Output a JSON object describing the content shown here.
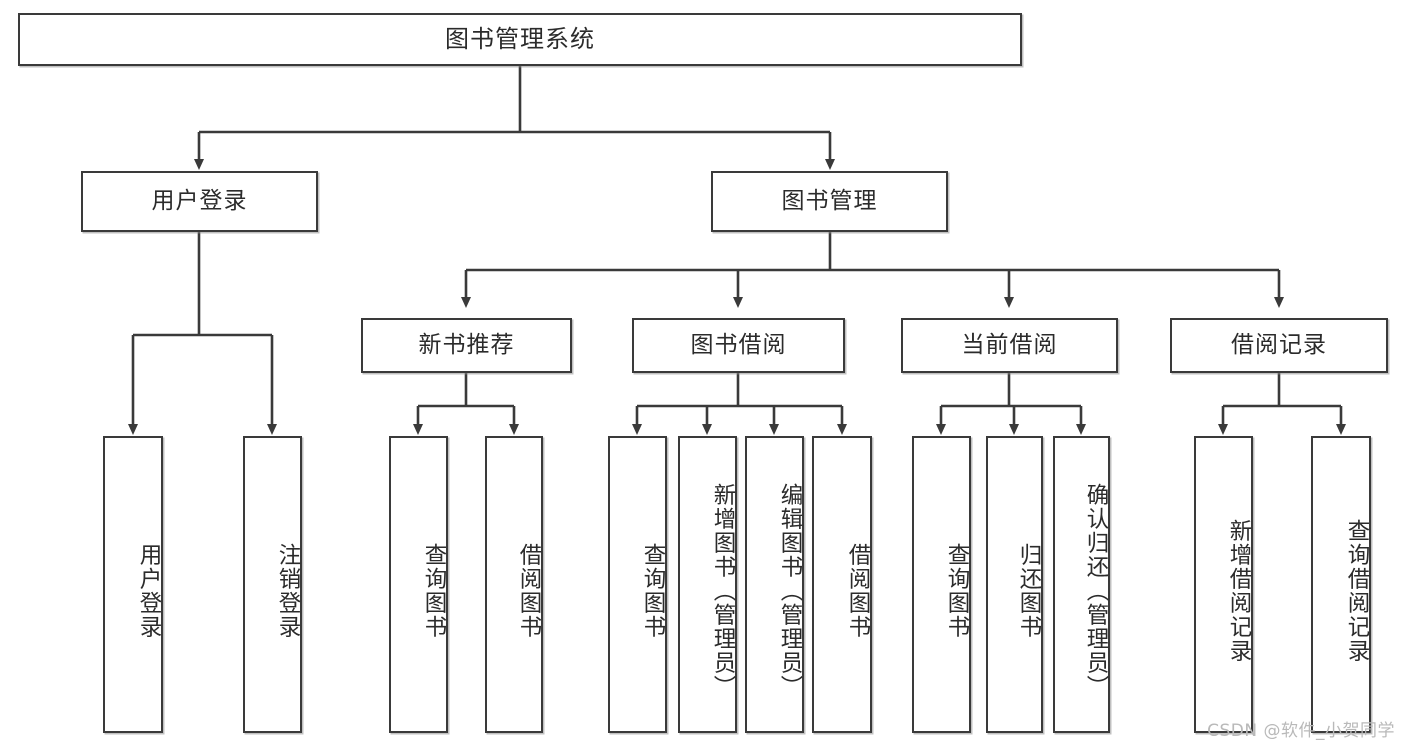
{
  "diagram": {
    "title": "图书管理系统",
    "type": "tree",
    "watermark": "CSDN @软件_小贺同学",
    "root": {
      "label": "图书管理系统"
    },
    "level2": [
      {
        "id": "user-login",
        "label": "用户登录"
      },
      {
        "id": "book-management",
        "label": "图书管理"
      }
    ],
    "level3": [
      {
        "id": "new-book-recommend",
        "label": "新书推荐",
        "parent": "book-management"
      },
      {
        "id": "book-borrow",
        "label": "图书借阅",
        "parent": "book-management"
      },
      {
        "id": "current-borrow",
        "label": "当前借阅",
        "parent": "book-management"
      },
      {
        "id": "borrow-record",
        "label": "借阅记录",
        "parent": "book-management"
      }
    ],
    "leaves": [
      {
        "id": "leaf-user-login",
        "label": "用户登录",
        "parent": "user-login"
      },
      {
        "id": "leaf-logout-login",
        "label": "注销登录",
        "parent": "user-login"
      },
      {
        "id": "leaf-query-book-1",
        "label": "查询图书",
        "parent": "new-book-recommend"
      },
      {
        "id": "leaf-borrow-book-1",
        "label": "借阅图书",
        "parent": "new-book-recommend"
      },
      {
        "id": "leaf-query-book-2",
        "label": "查询图书",
        "parent": "book-borrow"
      },
      {
        "id": "leaf-add-book-admin",
        "label": "新增图书（管理员）",
        "parent": "book-borrow"
      },
      {
        "id": "leaf-edit-book-admin",
        "label": "编辑图书（管理员）",
        "parent": "book-borrow"
      },
      {
        "id": "leaf-borrow-book-2",
        "label": "借阅图书",
        "parent": "book-borrow"
      },
      {
        "id": "leaf-query-book-3",
        "label": "查询图书",
        "parent": "current-borrow"
      },
      {
        "id": "leaf-return-book",
        "label": "归还图书",
        "parent": "current-borrow"
      },
      {
        "id": "leaf-confirm-return-admin",
        "label": "确认归还（管理员）",
        "parent": "current-borrow"
      },
      {
        "id": "leaf-add-borrow-record",
        "label": "新增借阅记录",
        "parent": "borrow-record"
      },
      {
        "id": "leaf-query-borrow-record",
        "label": "查询借阅记录",
        "parent": "borrow-record"
      }
    ],
    "colors": {
      "stroke": "#3a3a3a",
      "fill": "#ffffff",
      "text": "#2b2b2b",
      "watermark": "#b9b9b9"
    }
  }
}
